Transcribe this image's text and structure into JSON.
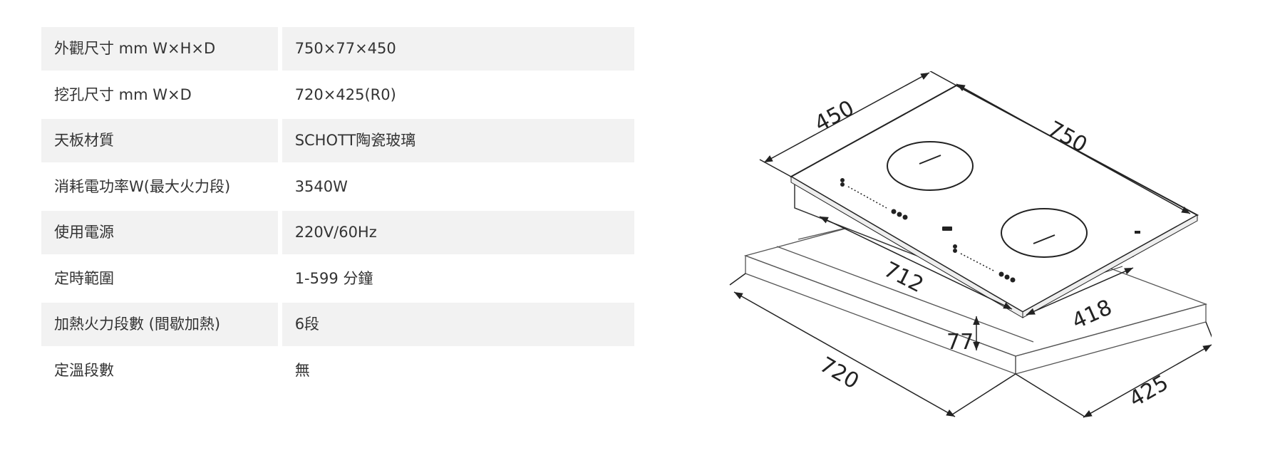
{
  "specs": [
    {
      "label": "外觀尺寸 mm W×H×D",
      "value": "750×77×450"
    },
    {
      "label": "挖孔尺寸 mm W×D",
      "value": "720×425(R0)"
    },
    {
      "label": "天板材質",
      "value": "SCHOTT陶瓷玻璃"
    },
    {
      "label": "消耗電功率W(最大火力段)",
      "value": "3540W"
    },
    {
      "label": "使用電源",
      "value": "220V/60Hz"
    },
    {
      "label": "定時範圍",
      "value": "1-599 分鐘"
    },
    {
      "label": "加熱火力段數 (間歇加熱)",
      "value": "6段"
    },
    {
      "label": "定溫段數",
      "value": "無"
    }
  ],
  "diagram": {
    "dim_depth": "450",
    "dim_width": "750",
    "dim_body_width": "712",
    "dim_body_depth": "418",
    "dim_height": "77",
    "dim_cutout_width": "720",
    "dim_cutout_depth": "425"
  }
}
